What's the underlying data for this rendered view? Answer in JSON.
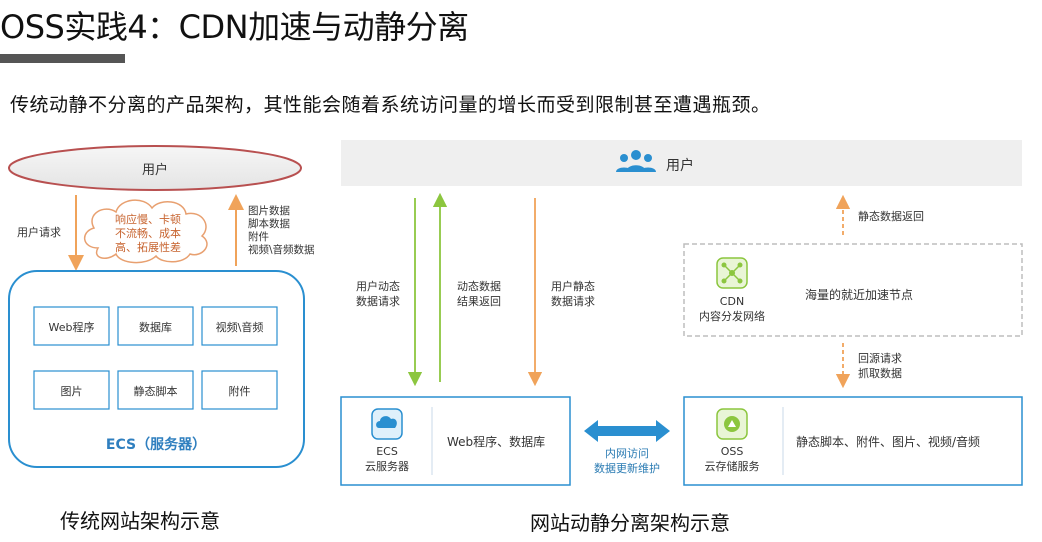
{
  "title": "OSS实践4：CDN加速与动静分离",
  "subtitle": "传统动静不分离的产品架构，其性能会随着系统访问量的增长而受到限制甚至遭遇瓶颈。",
  "left": {
    "user_label": "用户",
    "request_label": "用户请求",
    "cloud_lines": [
      "响应慢、卡顿",
      "不流畅、成本",
      "高、拓展性差"
    ],
    "return_lines": [
      "图片数据",
      "脚本数据",
      "附件",
      "视频\\音频数据"
    ],
    "components": [
      "Web程序",
      "数据库",
      "视频\\音频",
      "图片",
      "静态脚本",
      "附件"
    ],
    "ecs_label": "ECS（服务器）",
    "caption": "传统网站架构示意"
  },
  "right": {
    "user_label": "用户",
    "arrow_labels": {
      "dynamic_request": [
        "用户动态",
        "数据请求"
      ],
      "dynamic_return": [
        "动态数据",
        "结果返回"
      ],
      "static_request": [
        "用户静态",
        "数据请求"
      ],
      "static_return": "静态数据返回",
      "origin_fetch": [
        "回源请求",
        "抓取数据"
      ]
    },
    "cdn": {
      "name": "CDN",
      "desc": "内容分发网络",
      "note": "海量的就近加速节点"
    },
    "ecs": {
      "name": "ECS",
      "desc": "云服务器",
      "content": "Web程序、数据库"
    },
    "link_label": [
      "内网访问",
      "数据更新维护"
    ],
    "oss": {
      "name": "OSS",
      "desc": "云存储服务",
      "content": "静态脚本、附件、图片、视频/音频"
    },
    "caption": "网站动静分离架构示意"
  },
  "colors": {
    "blue": "#2a8fd0",
    "green": "#8cc63f",
    "orange": "#f0a35a",
    "ellipse_border": "#b85050"
  }
}
